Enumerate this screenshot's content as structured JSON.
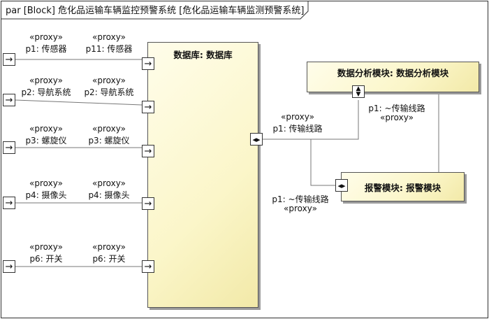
{
  "diagram": {
    "frame_title": "par [Block] 危化品运输车辆监控预警系统 [危化品运输车辆监测预警系统]",
    "blocks": {
      "database": "数据库: 数据库",
      "analysis": "数据分析模块: 数据分析模块",
      "alarm": "报警模块: 报警模块"
    },
    "stereotype": "«proxy»",
    "left_ports": [
      "p1: 传感器",
      "p2: 导航系统",
      "p3: 螺旋仪",
      "p4: 摄像头",
      "p6: 开关"
    ],
    "db_in_ports": [
      "p11: 传感器",
      "p2: 导航系统",
      "p3: 螺旋仪",
      "p4: 摄像头",
      "p6: 开关"
    ],
    "db_out_port": "p1: 传输线路",
    "analysis_port": "p1: ~传输线路",
    "alarm_port": "p1: ~传输线路"
  }
}
